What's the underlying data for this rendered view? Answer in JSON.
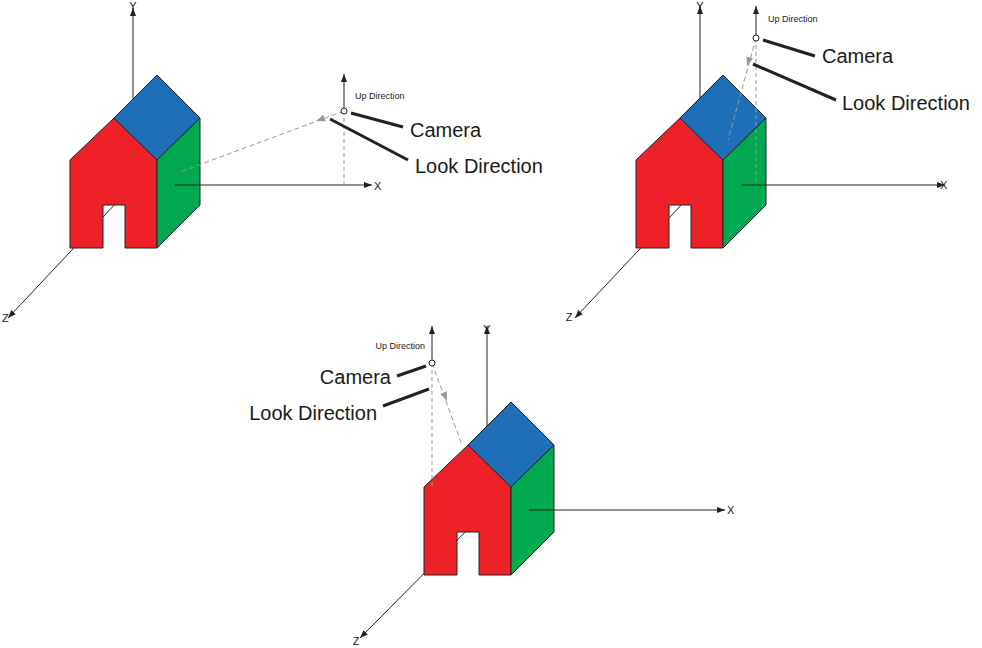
{
  "diagram": {
    "labels": [
      "Y",
      "Up Direction",
      "Camera",
      "Look Direction",
      "X",
      "Z",
      "Y",
      "Up Direction",
      "Camera",
      "Look Direction",
      "X",
      "Z",
      "Up Direction",
      "Camera",
      "Look Direction",
      "Y",
      "X",
      "Z"
    ]
  }
}
